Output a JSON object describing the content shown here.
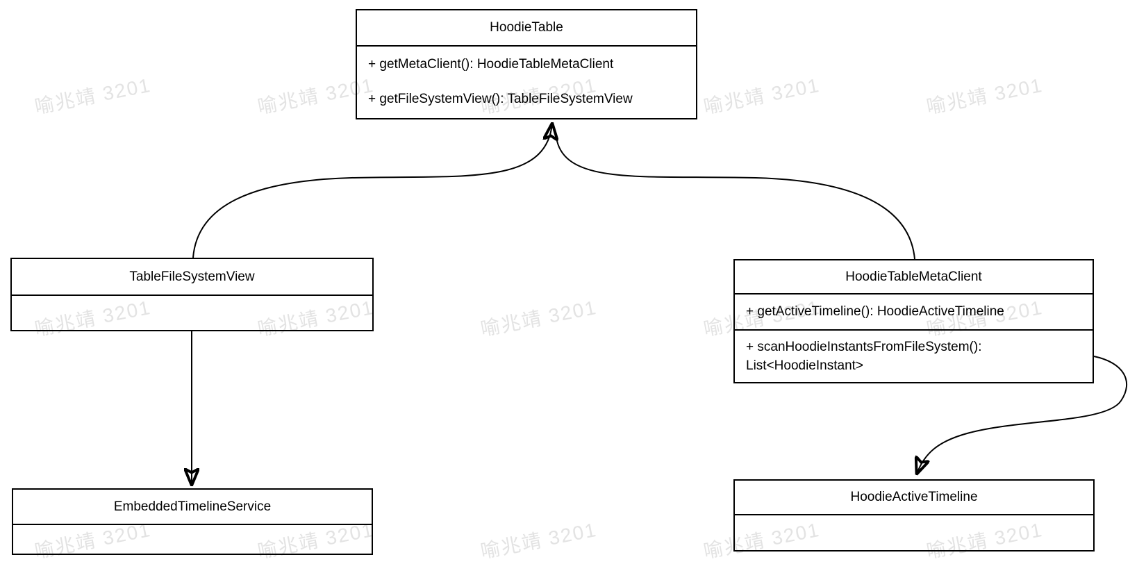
{
  "watermark": {
    "text": "喻兆靖 3201",
    "color": "#e3e3e3"
  },
  "diagram": {
    "classes": {
      "hoodie_table": {
        "title": "HoodieTable",
        "methods": [
          "+ getMetaClient(): HoodieTableMetaClient",
          "+ getFileSystemView(): TableFileSystemView"
        ]
      },
      "table_file_system_view": {
        "title": "TableFileSystemView",
        "methods": []
      },
      "hoodie_table_meta_client": {
        "title": "HoodieTableMetaClient",
        "methods": [
          "+ getActiveTimeline(): HoodieActiveTimeline",
          "+ scanHoodieInstantsFromFileSystem(): List<HoodieInstant>"
        ]
      },
      "embedded_timeline_service": {
        "title": "EmbeddedTimelineService",
        "methods": []
      },
      "hoodie_active_timeline": {
        "title": "HoodieActiveTimeline",
        "methods": []
      }
    },
    "relations": [
      {
        "from": "TableFileSystemView",
        "to": "HoodieTable",
        "style": "curved-arrow"
      },
      {
        "from": "HoodieTableMetaClient",
        "to": "HoodieTable",
        "style": "curved-arrow"
      },
      {
        "from": "TableFileSystemView",
        "to": "EmbeddedTimelineService",
        "style": "straight-arrow"
      },
      {
        "from": "HoodieTableMetaClient",
        "to": "HoodieActiveTimeline",
        "style": "curved-arrow"
      }
    ]
  }
}
